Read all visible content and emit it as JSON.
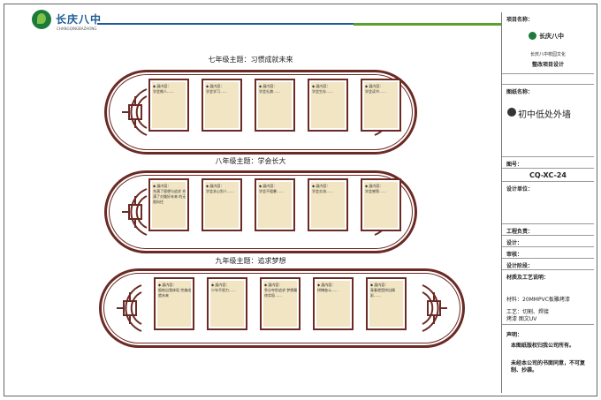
{
  "header": {
    "school_name": "长庆八中",
    "school_name_sub": "CHANGQINGBAZHONG"
  },
  "sections": [
    {
      "title": "七年级主题：习惯成就未来",
      "cards": [
        {
          "label": "◆ 展内容：",
          "text": "学会做人……"
        },
        {
          "label": "◆ 展内容：",
          "text": "学会学习……"
        },
        {
          "label": "◆ 展内容：",
          "text": "学会礼貌……"
        },
        {
          "label": "◆ 展内容：",
          "text": "学会生存……"
        },
        {
          "label": "◆ 展内容：",
          "text": "学会读书……"
        }
      ]
    },
    {
      "title": "八年级主题：学会长大",
      "cards": [
        {
          "label": "◆ 展内容：",
          "text": "充满了理想与追求 充满了对美好未来 的无限向往"
        },
        {
          "label": "◆ 展内容：",
          "text": "学会关心别人……"
        },
        {
          "label": "◆ 展内容：",
          "text": "学会不粗暴……"
        },
        {
          "label": "◆ 展内容：",
          "text": "学会交流……"
        },
        {
          "label": "◆ 展内容：",
          "text": "学会感恩……"
        }
      ]
    },
    {
      "title": "九年级主题：追求梦想",
      "cards": [
        {
          "label": "◆ 展内容：",
          "text": "锻炼自我体现 完美成就未来"
        },
        {
          "label": "◆ 展内容：",
          "text": "少年不努力……"
        },
        {
          "label": "◆ 展内容：",
          "text": "争分夺秒追求 梦想最终实现……"
        },
        {
          "label": "◆ 展内容：",
          "text": "拼搏奋斗……"
        },
        {
          "label": "◆ 展内容：",
          "text": "青春就是拼出精彩……"
        }
      ]
    }
  ],
  "title_block": {
    "project_name_label": "项目名称：",
    "mini_logo_name": "长庆八中",
    "project_name_line1": "长庆八中校园文化",
    "project_name_line2": "整改项目设计",
    "drawing_name_label": "图纸名称：",
    "drawing_name": "初中低处外墙",
    "drawing_no_label": "图号：",
    "drawing_no": "CQ-XC-24",
    "design_unit_label": "设计单位：",
    "engineer_label": "工程负责：",
    "design_label": "设计：",
    "review_label": "审核：",
    "stage_label": "设计阶段：",
    "material_label": "材质及工艺说明：",
    "material_text": "材料：20MMPVC板雕烤漆",
    "craft_text": "工艺：切割、焊接烤漆 图文UV",
    "statement_label": "声明：",
    "statement_text1": "本图纸版权归我公司所有。",
    "statement_text2": "未经本公司的书面同意，不可复制、抄袭。"
  },
  "colors": {
    "frame_brown": "#6b2a24",
    "card_fill": "#f1e5c3",
    "logo_green": "#1e7a3a",
    "accent_blue": "#1e5b96"
  }
}
